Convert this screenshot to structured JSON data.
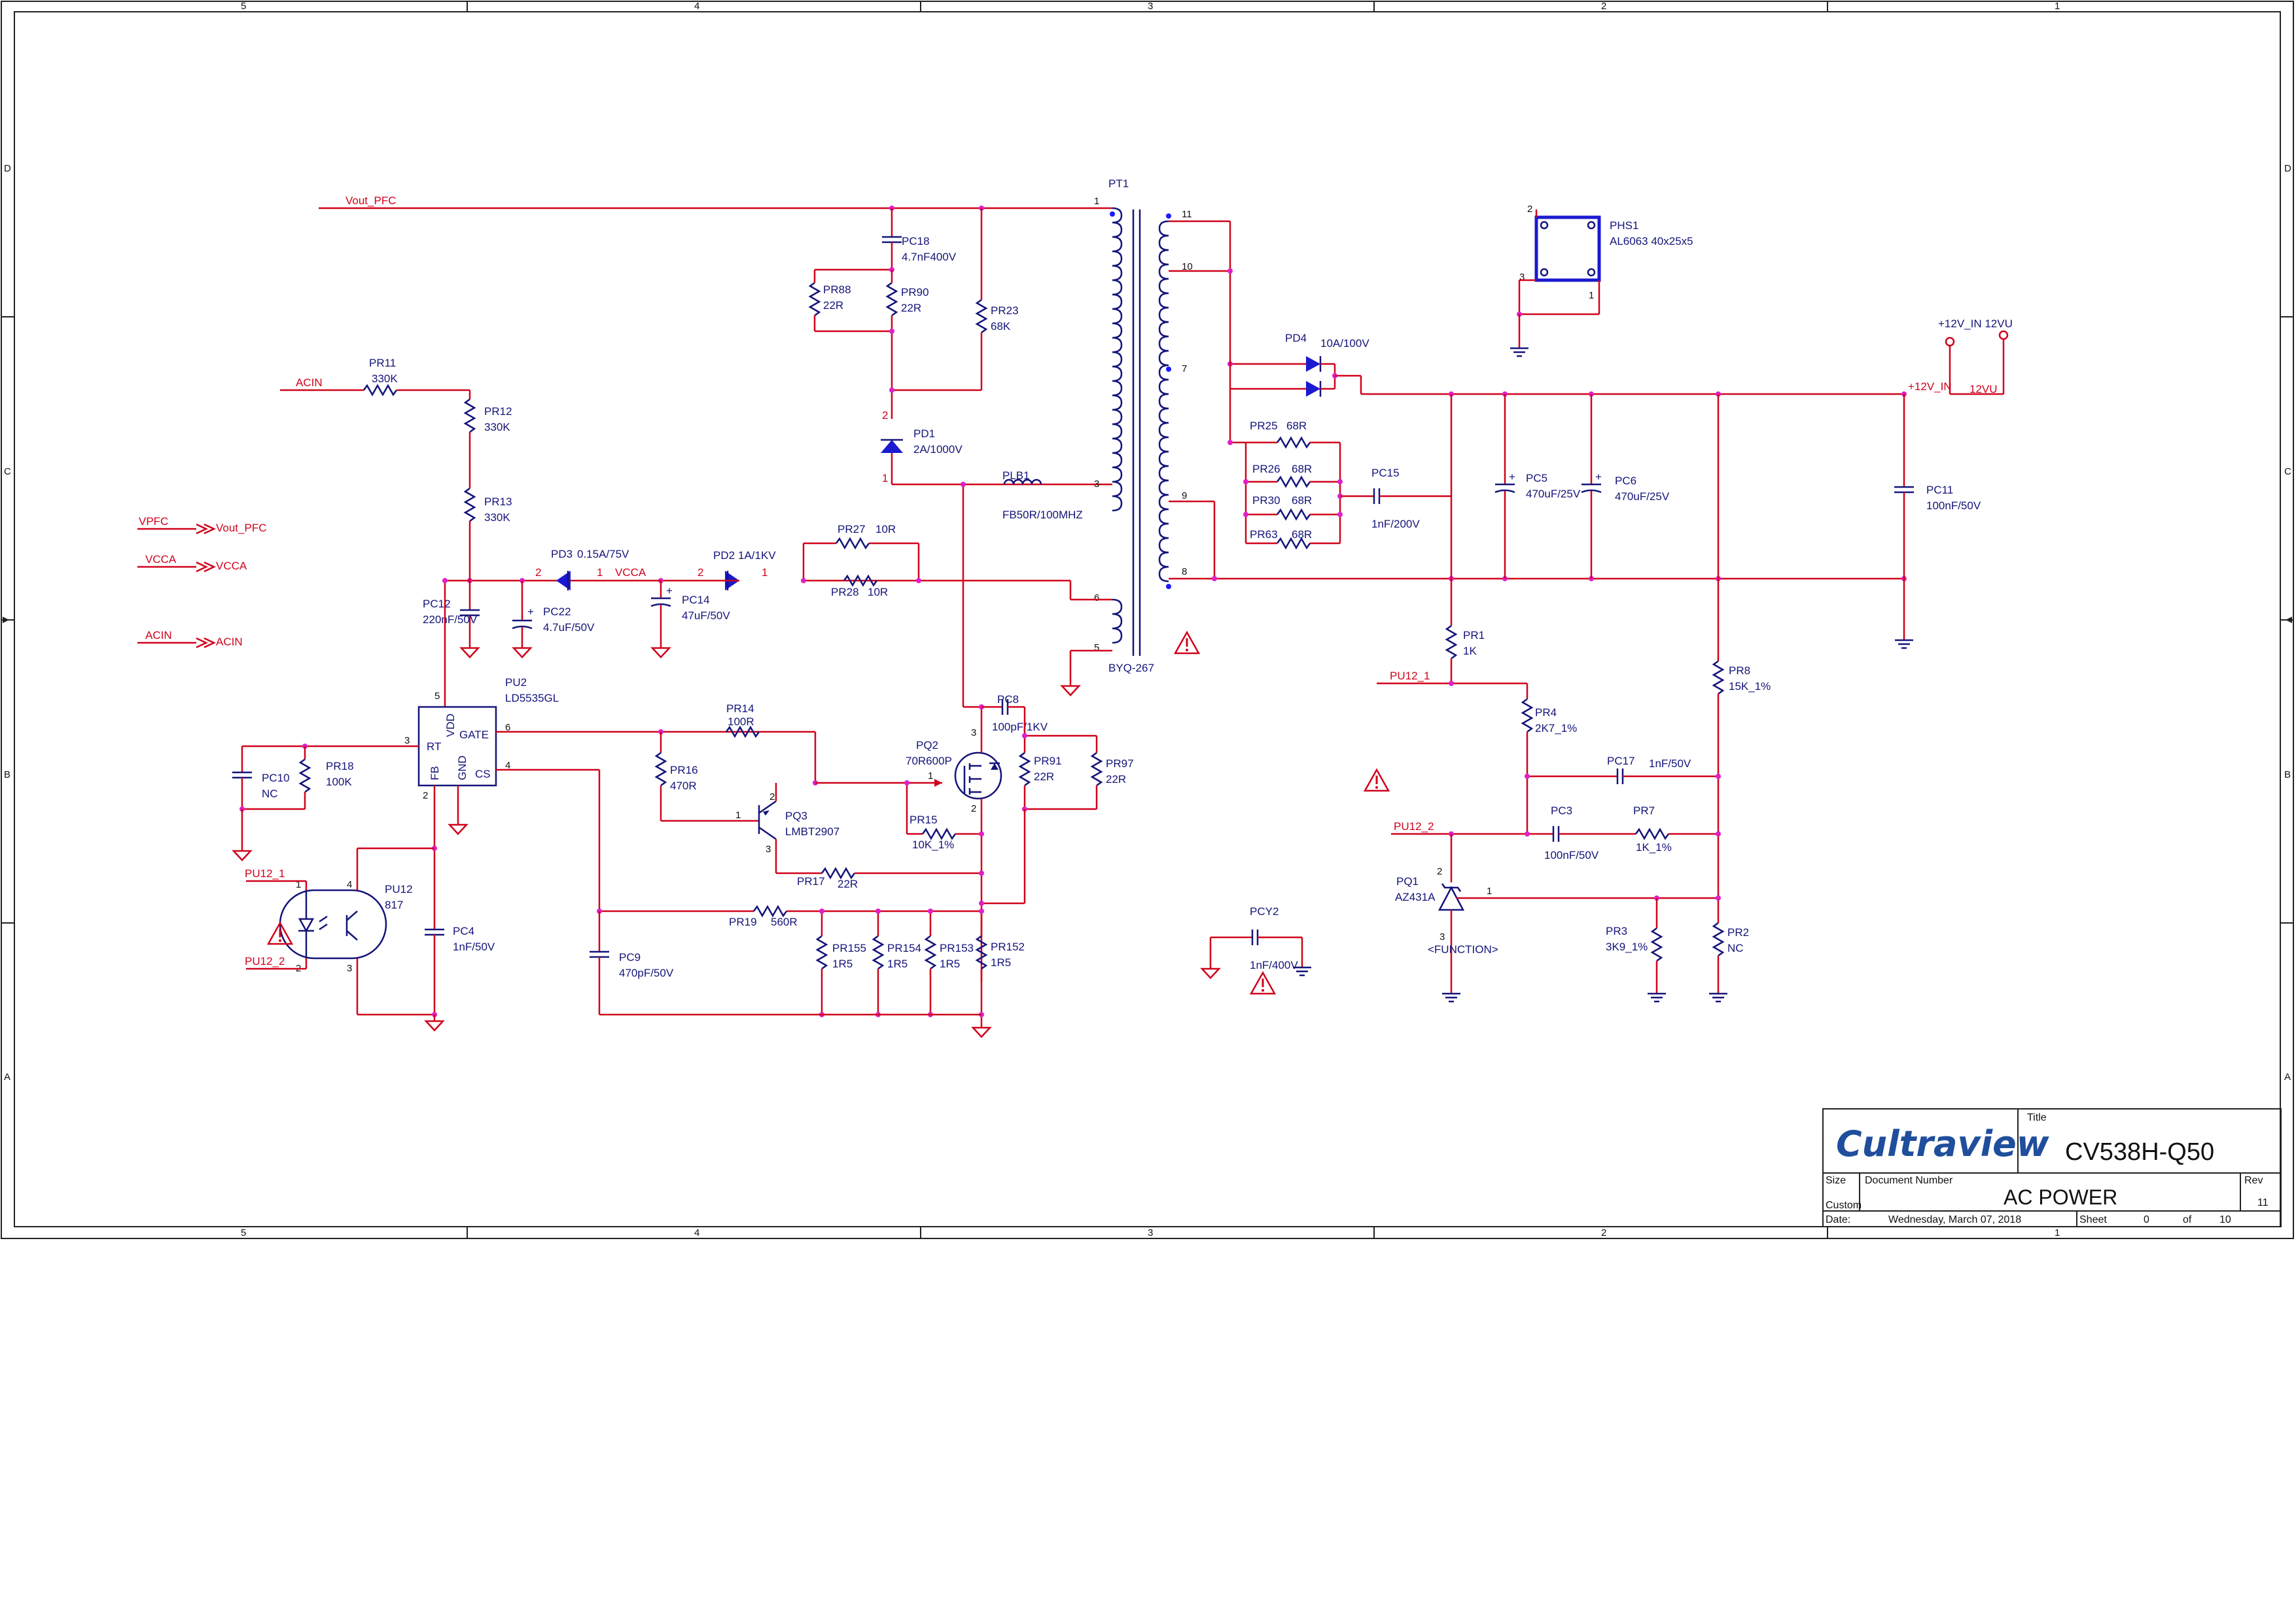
{
  "grid": {
    "columns": [
      "5",
      "4",
      "3",
      "2",
      "1"
    ],
    "rows": [
      "D",
      "C",
      "B",
      "A"
    ]
  },
  "nets": {
    "vout_pfc": "Vout_PFC",
    "acin": "ACIN",
    "vpfc": "VPFC",
    "vcca": "VCCA",
    "pu12_1": "PU12_1",
    "pu12_2": "PU12_2",
    "plus12v_in": "+12V_IN",
    "v12u": "12VU",
    "plus12v_in_port": "+12V_IN 12VU",
    "function_label": "<FUNCTION>"
  },
  "net_ports": {
    "vpfc_port": "Vout_PFC",
    "vcca_port": "VCCA",
    "acin_port": "ACIN"
  },
  "parts": {
    "pt1": {
      "ref": "PT1",
      "value": "BYQ-267"
    },
    "plb1": {
      "ref": "PLB1",
      "value": "FB50R/100MHZ"
    },
    "pu2": {
      "ref": "PU2",
      "value": "LD5535GL",
      "pins": [
        "VDD",
        "RT",
        "GATE",
        "FB",
        "GND",
        "CS"
      ]
    },
    "pu12": {
      "ref": "PU12",
      "value": "817"
    },
    "pq1": {
      "ref": "PQ1",
      "value": "AZ431A"
    },
    "pq2": {
      "ref": "PQ2",
      "value": "70R600P"
    },
    "pq3": {
      "ref": "PQ3",
      "value": "LMBT2907"
    },
    "phs1": {
      "ref": "PHS1",
      "value": "AL6063 40x25x5"
    },
    "pd1": {
      "ref": "PD1",
      "value": "2A/1000V"
    },
    "pd2": {
      "ref": "PD2",
      "value": "1A/1KV"
    },
    "pd3": {
      "ref": "PD3",
      "value": "0.15A/75V"
    },
    "pd4": {
      "ref": "PD4",
      "value": "10A/100V"
    },
    "pc18": {
      "ref": "PC18",
      "value": "4.7nF400V"
    },
    "pr88": {
      "ref": "PR88",
      "value": "22R"
    },
    "pr90": {
      "ref": "PR90",
      "value": "22R"
    },
    "pr23": {
      "ref": "PR23",
      "value": "68K"
    },
    "pr11": {
      "ref": "PR11",
      "value": "330K"
    },
    "pr12": {
      "ref": "PR12",
      "value": "330K"
    },
    "pr13": {
      "ref": "PR13",
      "value": "330K"
    },
    "pr27": {
      "ref": "PR27",
      "value": "10R"
    },
    "pr28": {
      "ref": "PR28",
      "value": "10R"
    },
    "pc12": {
      "ref": "PC12",
      "value": "220nF/50V"
    },
    "pc22": {
      "ref": "PC22",
      "value": "4.7uF/50V"
    },
    "pc14": {
      "ref": "PC14",
      "value": "47uF/50V"
    },
    "pc10": {
      "ref": "PC10",
      "value": "NC"
    },
    "pr18": {
      "ref": "PR18",
      "value": "100K"
    },
    "pr14": {
      "ref": "PR14",
      "value": "100R"
    },
    "pr16": {
      "ref": "PR16",
      "value": "470R"
    },
    "pr15": {
      "ref": "PR15",
      "value": "10K_1%"
    },
    "pr17": {
      "ref": "PR17",
      "value": "22R"
    },
    "pc8": {
      "ref": "PC8",
      "value": "100pF/1KV"
    },
    "pr91": {
      "ref": "PR91",
      "value": "22R"
    },
    "pr97": {
      "ref": "PR97",
      "value": "22R"
    },
    "pr19": {
      "ref": "PR19",
      "value": "560R"
    },
    "pr155": {
      "ref": "PR155",
      "value": "1R5"
    },
    "pr154": {
      "ref": "PR154",
      "value": "1R5"
    },
    "pr153": {
      "ref": "PR153",
      "value": "1R5"
    },
    "pr152": {
      "ref": "PR152",
      "value": "1R5"
    },
    "pc9": {
      "ref": "PC9",
      "value": "470pF/50V"
    },
    "pc4": {
      "ref": "PC4",
      "value": "1nF/50V"
    },
    "pcy2": {
      "ref": "PCY2",
      "value": "1nF/400V"
    },
    "pr25": {
      "ref": "PR25",
      "value": "68R"
    },
    "pr26": {
      "ref": "PR26",
      "value": "68R"
    },
    "pr30": {
      "ref": "PR30",
      "value": "68R"
    },
    "pr63": {
      "ref": "PR63",
      "value": "68R"
    },
    "pc15": {
      "ref": "PC15",
      "value": "1nF/200V"
    },
    "pc5": {
      "ref": "PC5",
      "value": "470uF/25V"
    },
    "pc6": {
      "ref": "PC6",
      "value": "470uF/25V"
    },
    "pc11": {
      "ref": "PC11",
      "value": "100nF/50V"
    },
    "pr1": {
      "ref": "PR1",
      "value": "1K"
    },
    "pr4": {
      "ref": "PR4",
      "value": "2K7_1%"
    },
    "pr8": {
      "ref": "PR8",
      "value": "15K_1%"
    },
    "pc17": {
      "ref": "PC17",
      "value": "1nF/50V"
    },
    "pc3": {
      "ref": "PC3",
      "value": "100nF/50V"
    },
    "pr7": {
      "ref": "PR7",
      "value": "1K_1%"
    },
    "pr3": {
      "ref": "PR3",
      "value": "3K9_1%"
    },
    "pr2": {
      "ref": "PR2",
      "value": "NC"
    }
  },
  "pin_numbers": {
    "pt1": [
      "1",
      "11",
      "10",
      "7",
      "3",
      "9",
      "8",
      "6",
      "5"
    ],
    "pu2": [
      "3",
      "6",
      "4",
      "5",
      "2"
    ],
    "pd1": [
      "2",
      "1"
    ],
    "pd2": [
      "2",
      "1"
    ],
    "pd3": [
      "2",
      "1"
    ],
    "pq2": [
      "3",
      "1",
      "2"
    ],
    "pq3": [
      "2",
      "1",
      "3"
    ],
    "pu12": [
      "1",
      "2",
      "3",
      "4"
    ],
    "pq1": [
      "2",
      "3",
      "1"
    ],
    "phs1": [
      "2",
      "3",
      "1"
    ]
  },
  "title_block": {
    "logo": "Cultraview",
    "title_label": "Title",
    "title": "CV538H-Q50",
    "size_label": "Size",
    "size": "Custom",
    "doc_number_label": "Document  Number",
    "doc_number": "AC POWER",
    "rev_label": "Rev",
    "rev": "11",
    "date_label": "Date:",
    "date": "Wednesday, March 07, 2018",
    "sheet_label": "Sheet",
    "sheet": "0",
    "of_label": "of",
    "sheet_total": "10"
  },
  "colors": {
    "wire": "#d0021b",
    "component": "#14147a",
    "junction": "#e020c8",
    "logo": "#1f4e9c"
  }
}
